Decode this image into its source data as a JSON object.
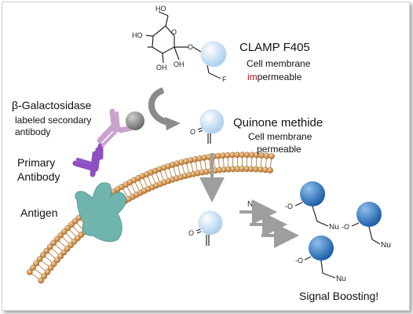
{
  "probe": {
    "name": "CLAMP F405",
    "membrane_line1": "Cell membrane",
    "membrane_prefix": "im",
    "membrane_suffix": "permeable",
    "accent_color": "#cc0000"
  },
  "intermediate": {
    "name": "Quinone methide",
    "line1": "Cell membrane",
    "line2": "permeable"
  },
  "enzyme": {
    "line1": "β-Galactosidase",
    "line2": "labeled secondary",
    "line3": "antibody"
  },
  "primary": {
    "line1": "Primary",
    "line2": "Antibody"
  },
  "antigen": {
    "label": "Antigen"
  },
  "nucleophile": {
    "label": "Nu"
  },
  "result": {
    "label": "Signal Boosting!"
  },
  "sugar": {
    "ho1": "HO",
    "ho2": "HO",
    "oh1": "OH",
    "oh2": "OH",
    "ring_o": "O",
    "link_o": "O",
    "fluoro": "F"
  },
  "atoms": {
    "oxygen": "O",
    "anion": "-O"
  },
  "colors": {
    "probe_sphere": "#cfe4f7",
    "product_sphere": "#2f79c6",
    "primary_antibody": "#8e4fc2",
    "secondary_antibody": "#c8a2cd",
    "enzyme_ball": "#8a8a8a",
    "antigen": "#6fb5ad",
    "lipid_head": "#c9843c",
    "arrow": "#9e9e9e"
  }
}
